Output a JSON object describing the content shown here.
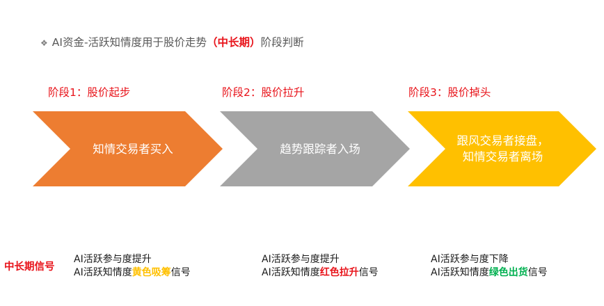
{
  "title": {
    "prefix": "AI资金-活跃知情度用于股价走势",
    "highlight": "（中长期）",
    "suffix": "阶段判断"
  },
  "stages": [
    {
      "label": "阶段1：股价起步",
      "text": "知情交易者买入",
      "color": "#ed7d31",
      "signal_line1": "AI活跃参与度提升",
      "signal_prefix": "AI活跃知情度",
      "signal_highlight": "黄色吸筹",
      "signal_highlight_color": "#ffc000",
      "signal_suffix": "信号"
    },
    {
      "label": "阶段2：股价拉升",
      "text": "趋势跟踪者入场",
      "color": "#a5a5a5",
      "signal_line1": "AI活跃参与度提升",
      "signal_prefix": "AI活跃知情度",
      "signal_highlight": "红色拉升",
      "signal_highlight_color": "#e8131a",
      "signal_suffix": "信号"
    },
    {
      "label": "阶段3：股价掉头",
      "text_line1": "跟风交易者接盘，",
      "text_line2": "知情交易者离场",
      "color": "#ffc000",
      "signal_line1": "AI活跃参与度下降",
      "signal_prefix": "AI活跃知情度",
      "signal_highlight": "绿色出货",
      "signal_highlight_color": "#00b050",
      "signal_suffix": "信号"
    }
  ],
  "signal_heading": "中长期信号",
  "icons": {
    "title_bullet": "diamond-bullet-icon"
  }
}
